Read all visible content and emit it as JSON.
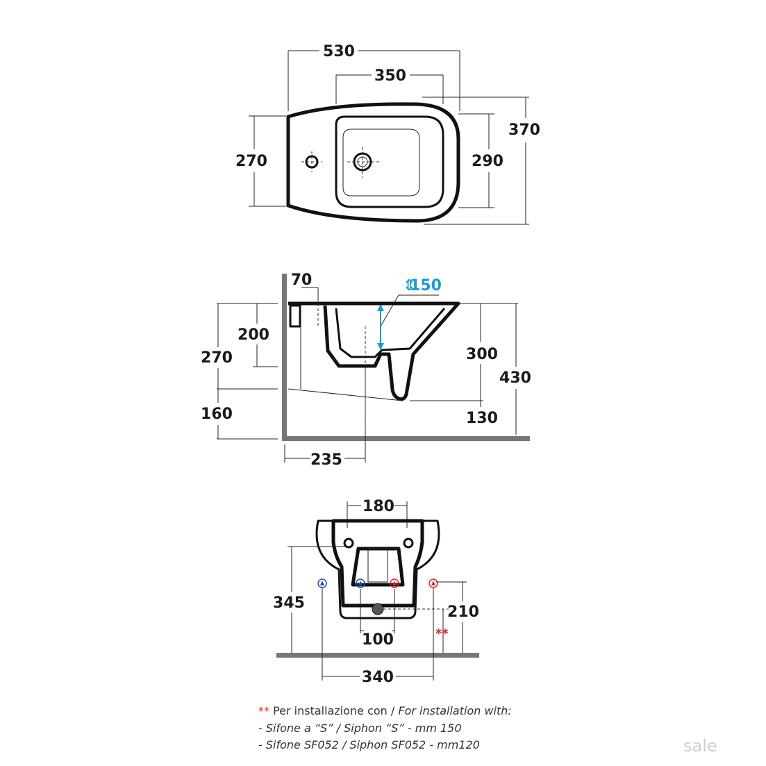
{
  "top_view": {
    "overall_length": "530",
    "bowl_length": "350",
    "overall_width": "370",
    "inner_width": "290",
    "left_width": "270"
  },
  "side_view": {
    "tap_offset": "70",
    "adjustable_height": "150",
    "inner_depth": "200",
    "body_height": "270",
    "floor_clearance": "160",
    "front_height": "300",
    "total_height": "430",
    "front_clearance": "130",
    "drain_offset": "235"
  },
  "rear_view": {
    "fixing_spacing": "180",
    "fixing_height": "345",
    "drain_width": "100",
    "drain_height": "210",
    "supply_spacing": "340",
    "asterisk": "**"
  },
  "notes": {
    "stars": "**",
    "line1_a": "Per installazione con / ",
    "line1_b": "For installation with:",
    "line2": "- Sifone a “S” / Siphon “S” - mm 150",
    "line3": "- Sifone SF052 / Siphon SF052 - mm120"
  },
  "logo": "sale"
}
